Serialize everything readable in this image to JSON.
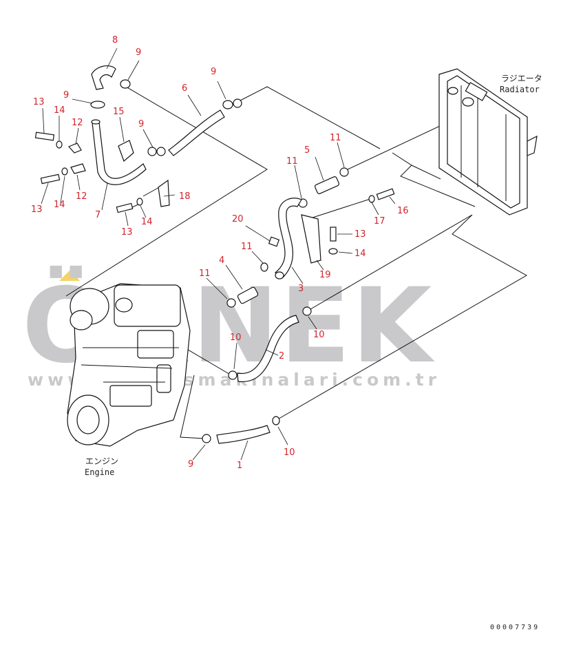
{
  "watermark": {
    "brand": "ÖRNEK",
    "url": "www.ornekismakinalari.com.tr"
  },
  "labels": {
    "radiator_jp": "ラジエータ",
    "radiator_en": "Radiator",
    "engine_jp": "エンジン",
    "engine_en": "Engine"
  },
  "drawing_number": "00007739",
  "callouts": [
    "8",
    "9",
    "9",
    "6",
    "9",
    "13",
    "14",
    "12",
    "15",
    "9",
    "13",
    "14",
    "12",
    "7",
    "14",
    "13",
    "18",
    "11",
    "5",
    "11",
    "20",
    "11",
    "17",
    "16",
    "13",
    "14",
    "4",
    "11",
    "3",
    "19",
    "10",
    "10",
    "2",
    "9",
    "1",
    "10"
  ],
  "colors": {
    "callout": "#d2232a",
    "watermark": "#c9c9cc",
    "line": "#111111",
    "watermark_accent": "#f3d36a"
  }
}
